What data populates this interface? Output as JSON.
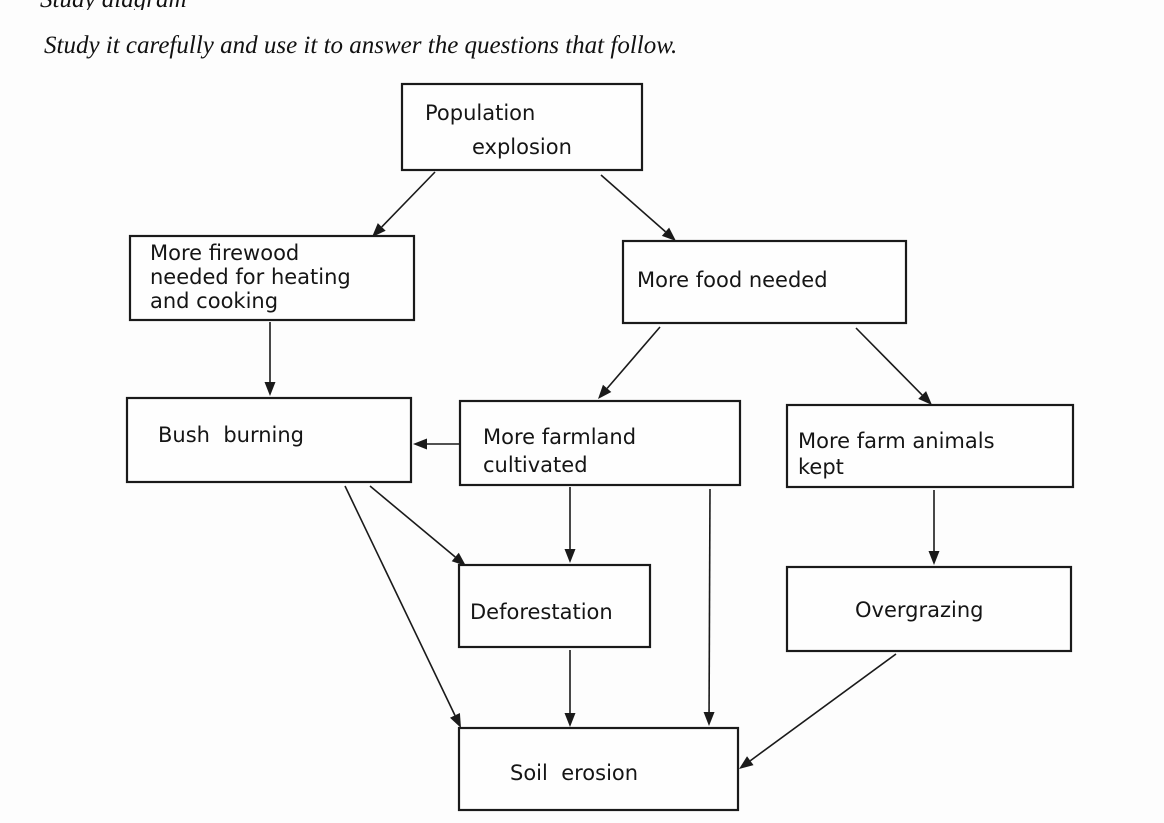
{
  "page": {
    "top_fragment": "Study diagram",
    "instruction": "Study it carefully and use it to answer the questions that follow."
  },
  "diagram": {
    "nodes": {
      "population": {
        "lines": [
          "Population",
          "explosion"
        ]
      },
      "firewood": {
        "lines": [
          "More firewood",
          "needed for heating",
          "and cooking"
        ]
      },
      "food": {
        "lines": [
          "More food needed"
        ]
      },
      "bush": {
        "lines": [
          "Bush  burning"
        ]
      },
      "farmland": {
        "lines": [
          "More farmland",
          "cultivated"
        ]
      },
      "animals": {
        "lines": [
          "More farm animals",
          "kept"
        ]
      },
      "deforestation": {
        "lines": [
          "Deforestation"
        ]
      },
      "overgrazing": {
        "lines": [
          "Overgrazing"
        ]
      },
      "soil": {
        "lines": [
          "Soil  erosion"
        ]
      }
    },
    "edges": [
      {
        "from": "population",
        "to": "firewood"
      },
      {
        "from": "population",
        "to": "food"
      },
      {
        "from": "firewood",
        "to": "bush"
      },
      {
        "from": "food",
        "to": "farmland"
      },
      {
        "from": "food",
        "to": "animals"
      },
      {
        "from": "farmland",
        "to": "bush"
      },
      {
        "from": "farmland",
        "to": "deforestation"
      },
      {
        "from": "farmland",
        "to": "soil"
      },
      {
        "from": "animals",
        "to": "overgrazing"
      },
      {
        "from": "bush",
        "to": "deforestation"
      },
      {
        "from": "bush",
        "to": "soil"
      },
      {
        "from": "deforestation",
        "to": "soil"
      },
      {
        "from": "overgrazing",
        "to": "soil"
      }
    ]
  }
}
